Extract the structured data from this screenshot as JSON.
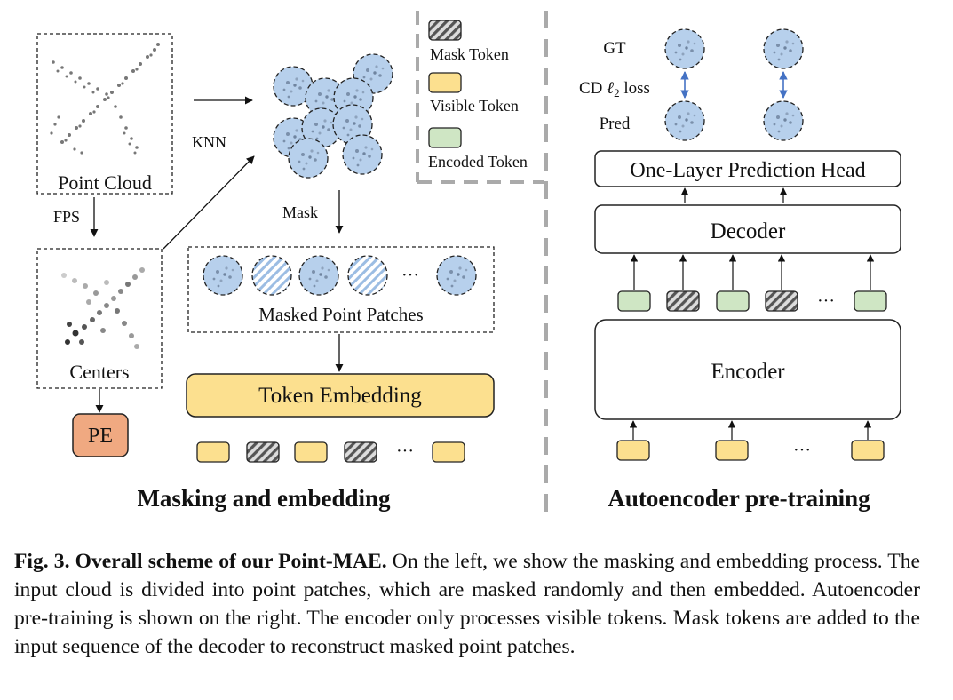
{
  "diagram": {
    "left_title": "Masking and embedding",
    "right_title": "Autoencoder pre-training",
    "nodes": {
      "point_cloud": "Point Cloud",
      "centers": "Centers",
      "pe": "PE",
      "masked_point_patches": "Masked Point Patches",
      "token_embedding": "Token Embedding",
      "encoder": "Encoder",
      "decoder": "Decoder",
      "prediction_head": "One-Layer Prediction Head"
    },
    "edge_labels": {
      "fps": "FPS",
      "knn": "KNN",
      "mask": "Mask",
      "gt": "GT",
      "loss_prefix": "CD ",
      "loss_symbol": "ℓ",
      "loss_sub": "2",
      "loss_suffix": " loss",
      "pred": "Pred"
    },
    "legend": {
      "mask_token": "Mask Token",
      "visible_token": "Visible Token",
      "encoded_token": "Encoded Token"
    },
    "ellipsis": "···",
    "colors": {
      "visible_token": "#fce08f",
      "encoded_token": "#cfe6c4",
      "mask_token": "#a0a0a0",
      "patch_fill": "#b7d0ec",
      "pe_fill": "#f0a981",
      "arrow_blue": "#4472c4"
    }
  },
  "caption": {
    "label": "Fig. 3. Overall scheme of our Point-MAE.",
    "text": " On the left, we show the masking and embedding process. The input cloud is divided into point patches, which are masked randomly and then embedded. Autoencoder pre-training is shown on the right. The encoder only processes visible tokens. Mask tokens are added to the input sequence of the decoder to reconstruct masked point patches."
  }
}
